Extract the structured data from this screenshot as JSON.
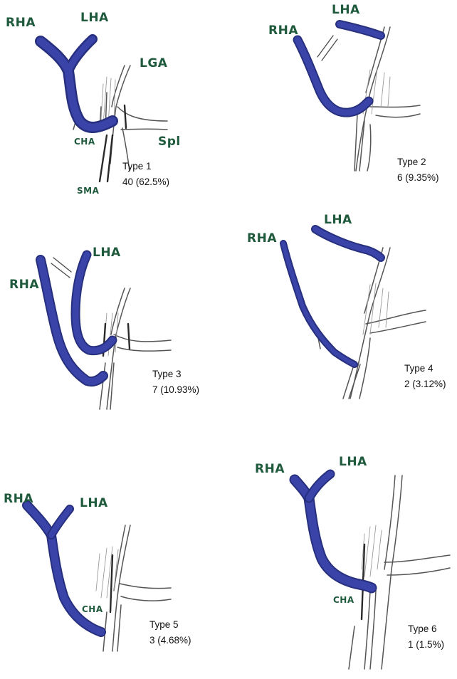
{
  "colors": {
    "artery_blue": "#3a43a8",
    "artery_blue_dark": "#27307e",
    "label_green": "#1f5a3c",
    "vessel_grey": "#555555"
  },
  "panels": [
    {
      "id": "panel-type-1",
      "type_label": "Type 1",
      "count_label": "40 (62.5%)",
      "vessel_labels": [
        "RHA",
        "LHA",
        "LGA",
        "CHA",
        "Spl",
        "SMA"
      ]
    },
    {
      "id": "panel-type-2",
      "type_label": "Type 2",
      "count_label": "6 (9.35%)",
      "vessel_labels": [
        "RHA",
        "LHA"
      ]
    },
    {
      "id": "panel-type-3",
      "type_label": "Type 3",
      "count_label": "7 (10.93%)",
      "vessel_labels": [
        "RHA",
        "LHA"
      ]
    },
    {
      "id": "panel-type-4",
      "type_label": "Type 4",
      "count_label": "2 (3.12%)",
      "vessel_labels": [
        "RHA",
        "LHA"
      ]
    },
    {
      "id": "panel-type-5",
      "type_label": "Type 5",
      "count_label": "3 (4.68%)",
      "vessel_labels": [
        "RHA",
        "LHA",
        "CHA"
      ]
    },
    {
      "id": "panel-type-6",
      "type_label": "Type 6",
      "count_label": "1 (1.5%)",
      "vessel_labels": [
        "RHA",
        "LHA",
        "CHA"
      ]
    }
  ]
}
